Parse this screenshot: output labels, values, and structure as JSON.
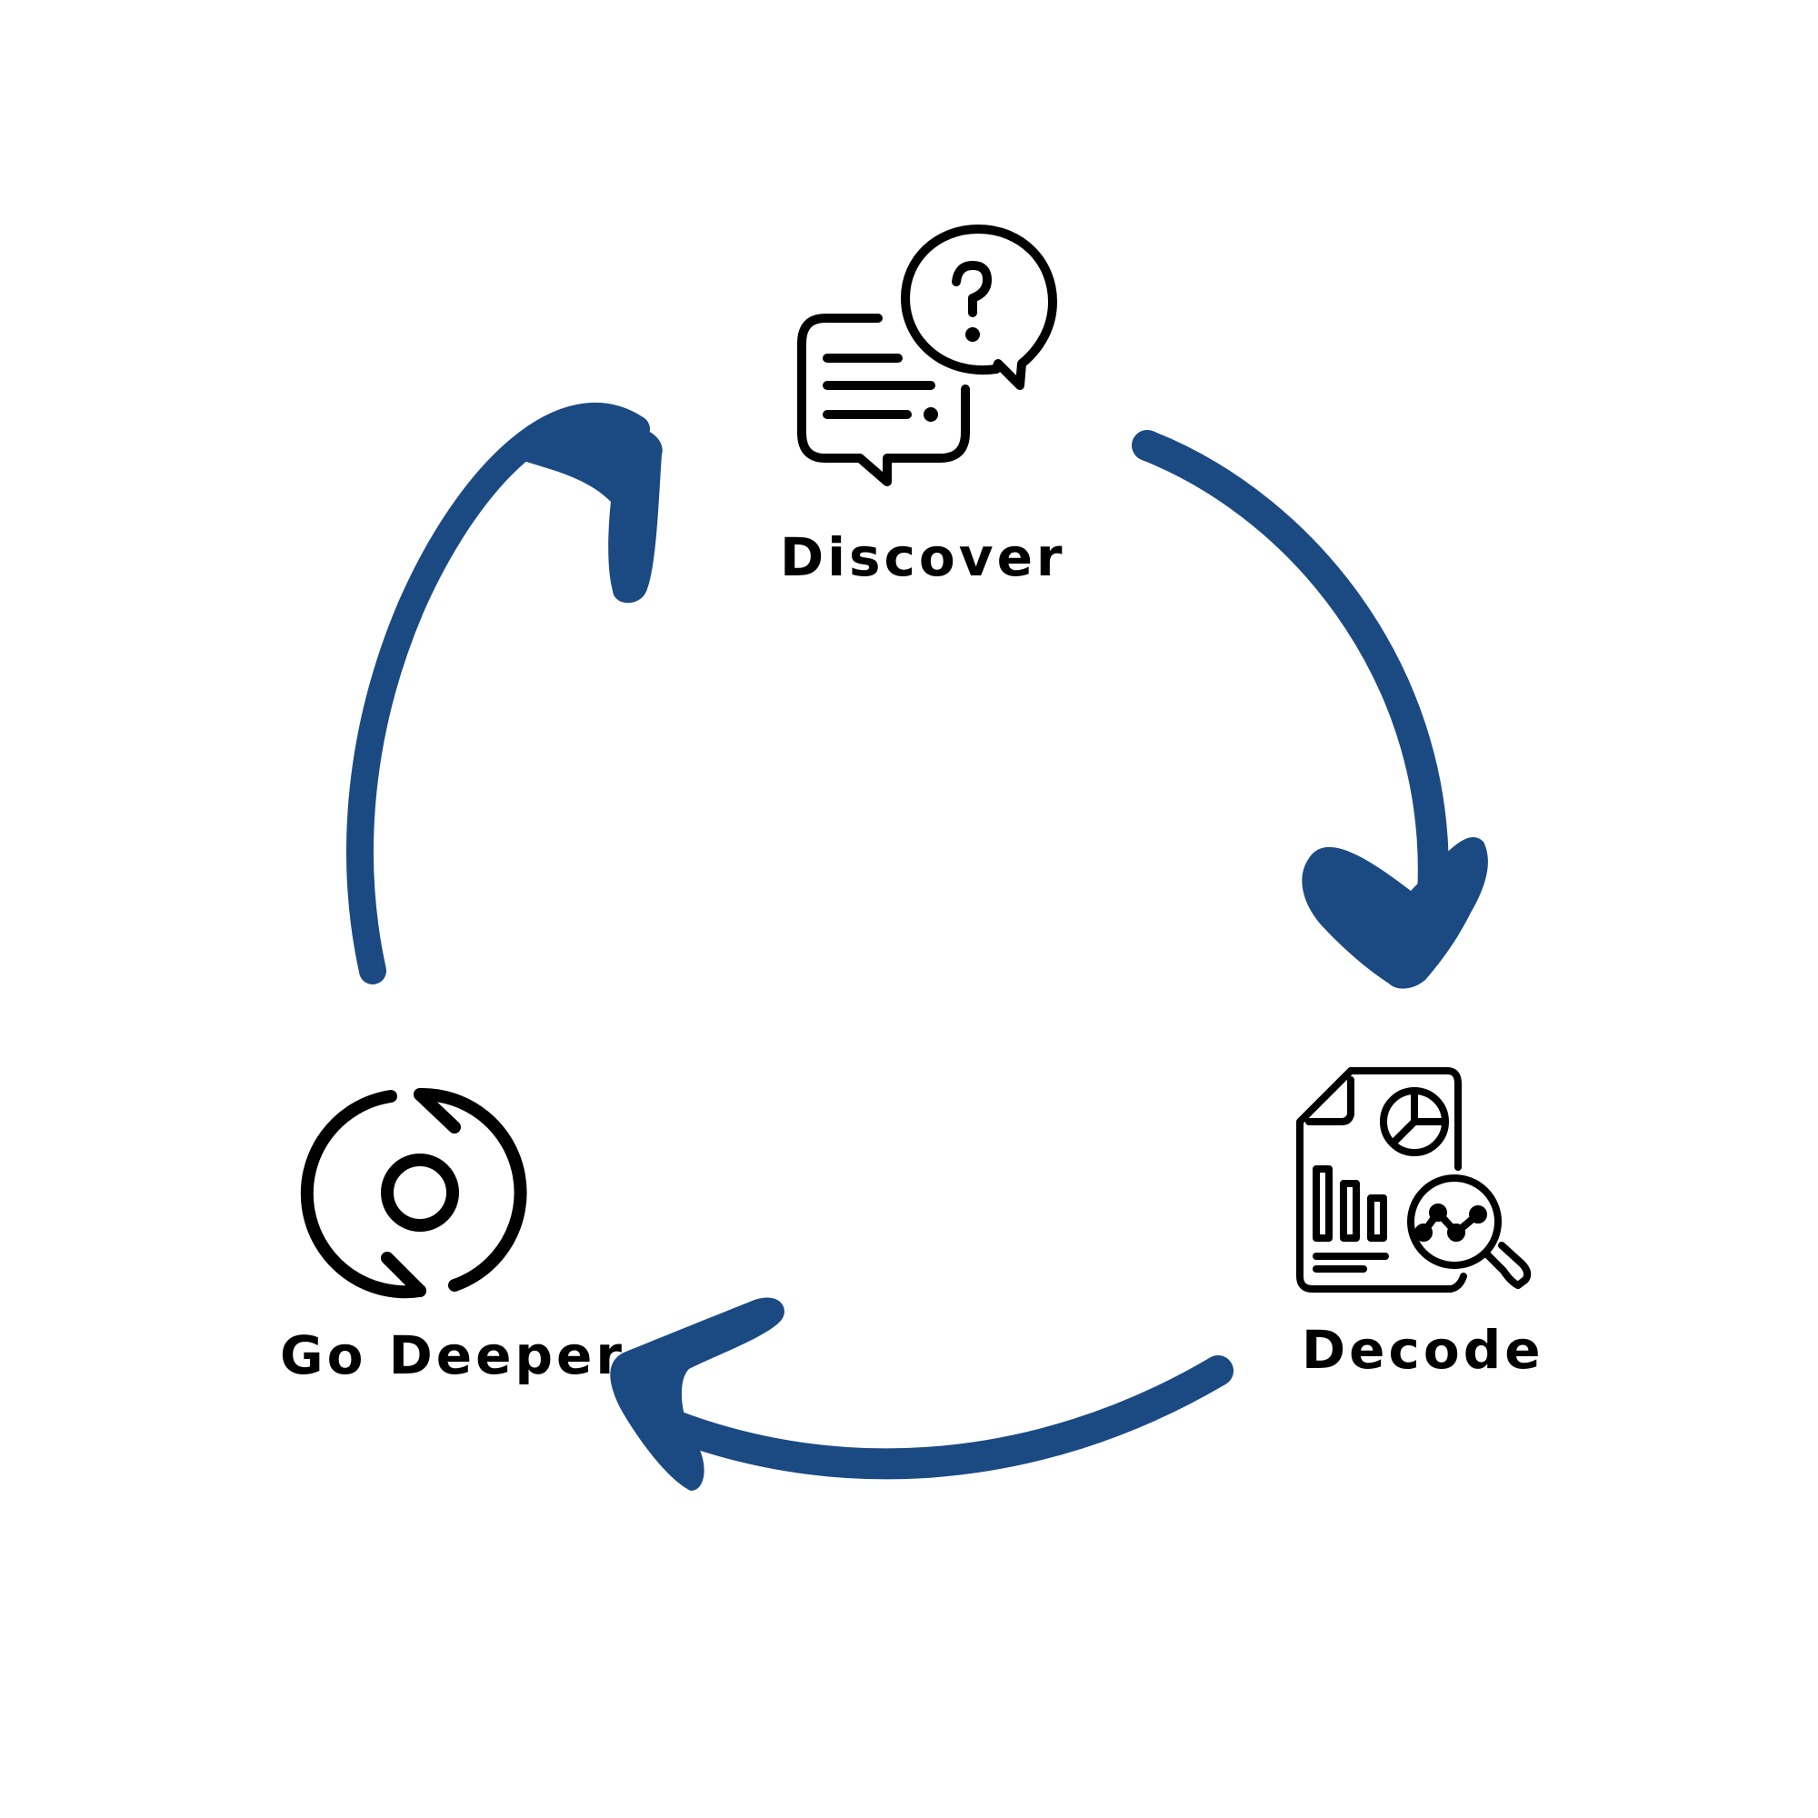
{
  "diagram": {
    "steps": [
      {
        "id": "discover",
        "label": "Discover",
        "icon": "chat-question-icon"
      },
      {
        "id": "decode",
        "label": "Decode",
        "icon": "report-magnifier-icon"
      },
      {
        "id": "go-deeper",
        "label": "Go Deeper",
        "icon": "cycle-refresh-icon"
      }
    ],
    "flow": [
      {
        "from": "discover",
        "to": "decode"
      },
      {
        "from": "decode",
        "to": "go-deeper"
      },
      {
        "from": "go-deeper",
        "to": "discover"
      }
    ]
  },
  "colors": {
    "arrow": "#1b4a83",
    "icon": "#000000",
    "text": "#000000",
    "background": "#ffffff"
  }
}
